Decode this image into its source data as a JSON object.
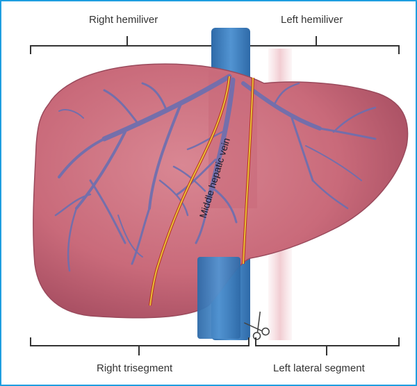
{
  "labels": {
    "right_hemiliver": "Right hemiliver",
    "left_hemiliver": "Left hemiliver",
    "right_trisegment": "Right trisegment",
    "left_lateral_segment": "Left lateral segment",
    "middle_hepatic_vein": "Middle hepatic vein"
  },
  "colors": {
    "frame_border": "#1e9ee0",
    "liver_fill": "#c96a7a",
    "liver_shadow": "#a24a5e",
    "vein_branches": "#6b6fb0",
    "vena_cava": "#3b7fc0",
    "resection_line": "#e8c13a",
    "cut_edge": "#b8321e",
    "bracket": "#333333"
  },
  "icons": {
    "scissors": "scissors-icon"
  }
}
